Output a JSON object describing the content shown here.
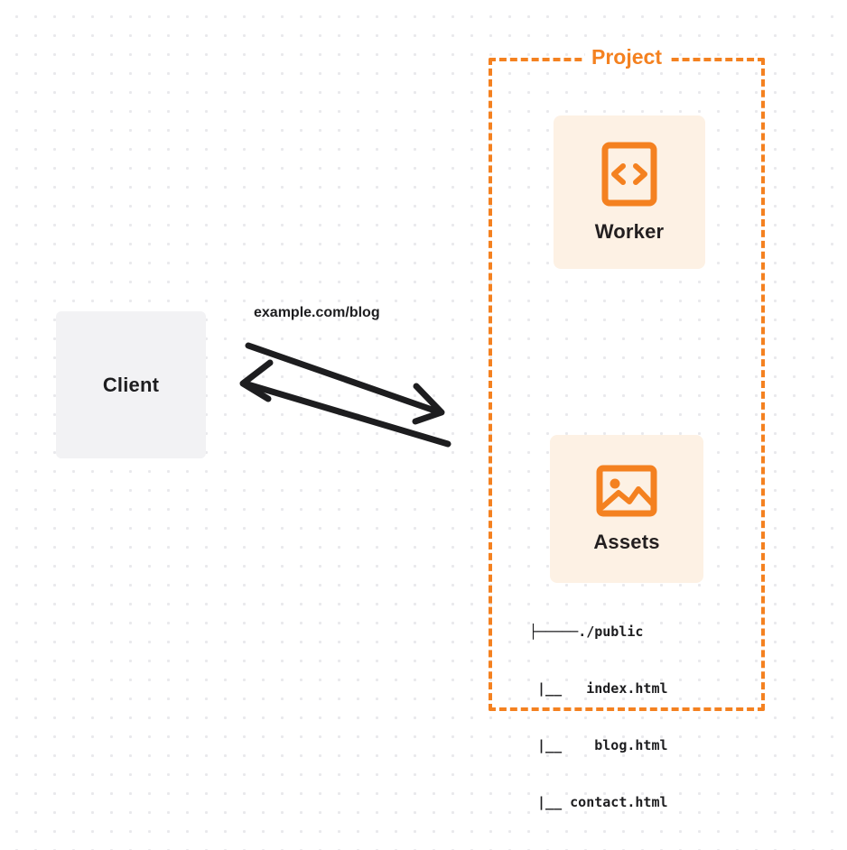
{
  "diagram": {
    "title": "Client to Project Worker and Assets request flow",
    "background": {
      "color": "#ffffff",
      "dot_color": "#e9e9ec"
    },
    "client": {
      "label": "Client",
      "fill": "#f2f2f4",
      "text_color": "#1d1d1f"
    },
    "connector": {
      "label": "example.com/blog",
      "color": "#1d1d1f",
      "direction": "bidirectional",
      "outbound_icon": "arrow-right-icon",
      "inbound_icon": "arrow-left-icon"
    },
    "project": {
      "title": "Project",
      "border_color": "#f48120",
      "border_style": "dashed",
      "nodes": [
        {
          "id": "worker",
          "label": "Worker",
          "icon": "code-brackets-icon",
          "fill": "#fdf1e4",
          "icon_color": "#f48120"
        },
        {
          "id": "assets",
          "label": "Assets",
          "icon": "image-icon",
          "fill": "#fdf1e4",
          "icon_color": "#f48120"
        }
      ],
      "file_tree": {
        "text_color": "#1d1d1f",
        "rows": [
          {
            "branch": "├─────",
            "name": "./public"
          },
          {
            "branch": " |__ ",
            "name": "  index.html"
          },
          {
            "branch": " |__ ",
            "name": "   blog.html"
          },
          {
            "branch": " |__ ",
            "name": "contact.html"
          }
        ]
      }
    }
  }
}
